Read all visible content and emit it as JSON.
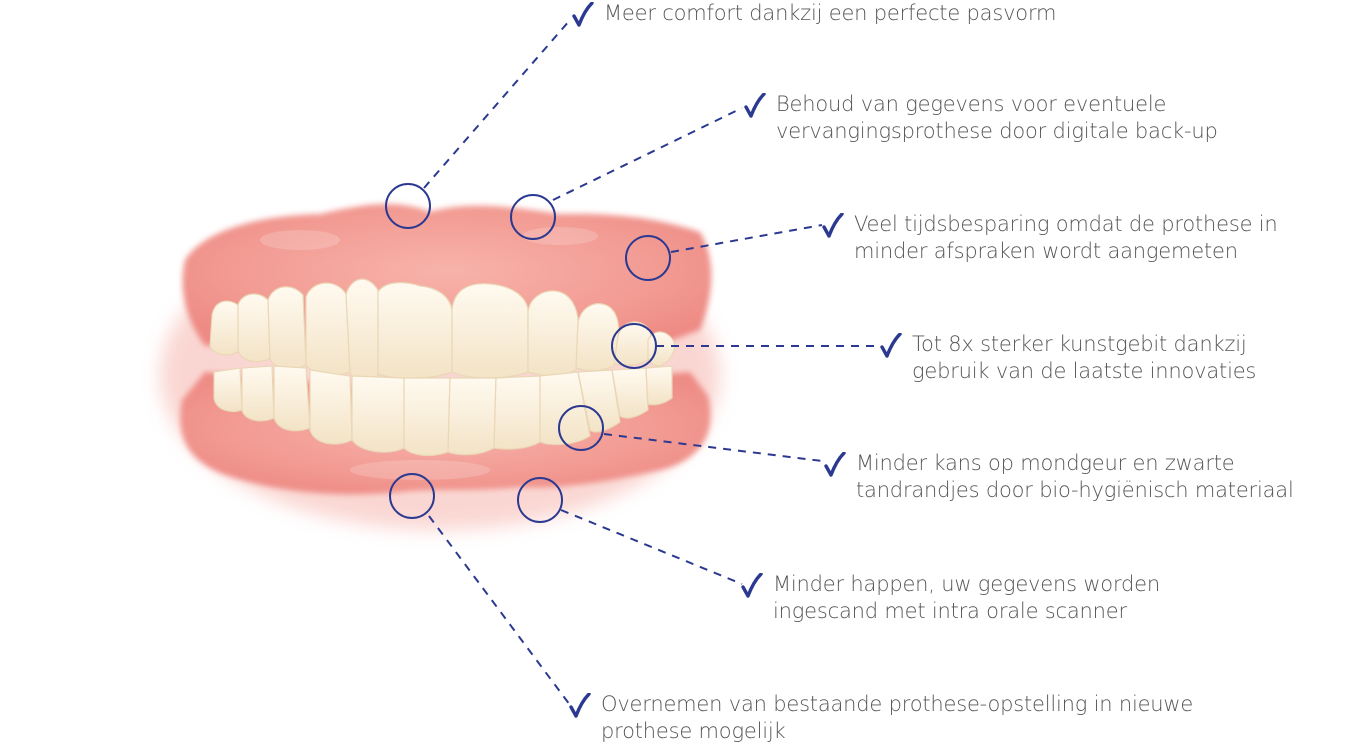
{
  "colors": {
    "accent": "#2b3990",
    "text": "#565656",
    "gum": "#f29a92",
    "tooth": "#fbf1df"
  },
  "illustration": {
    "subject": "dentures-full-set"
  },
  "features": [
    {
      "id": "comfort",
      "icon": "checkmark-icon",
      "text": "Meer comfort dankzij een perfecte pasvorm"
    },
    {
      "id": "backup",
      "icon": "checkmark-icon",
      "text": "Behoud van gegevens voor eventuele\nvervangingsprothese door digitale back-up"
    },
    {
      "id": "time",
      "icon": "checkmark-icon",
      "text": "Veel tijdsbesparing omdat de prothese in\nminder afspraken wordt aangemeten"
    },
    {
      "id": "strength",
      "icon": "checkmark-icon",
      "text": "Tot 8x sterker kunstgebit dankzij\ngebruik van de laatste innovaties"
    },
    {
      "id": "hygiene",
      "icon": "checkmark-icon",
      "text": "Minder kans op mondgeur en zwarte\ntandrandjes door bio-hygiënisch materiaal"
    },
    {
      "id": "scan",
      "icon": "checkmark-icon",
      "text": "Minder happen, uw gegevens worden\ningescand met intra orale scanner"
    },
    {
      "id": "setup",
      "icon": "checkmark-icon",
      "text": "Overnemen van bestaande prothese-opstelling in nieuwe\nprothese mogelijk"
    }
  ]
}
